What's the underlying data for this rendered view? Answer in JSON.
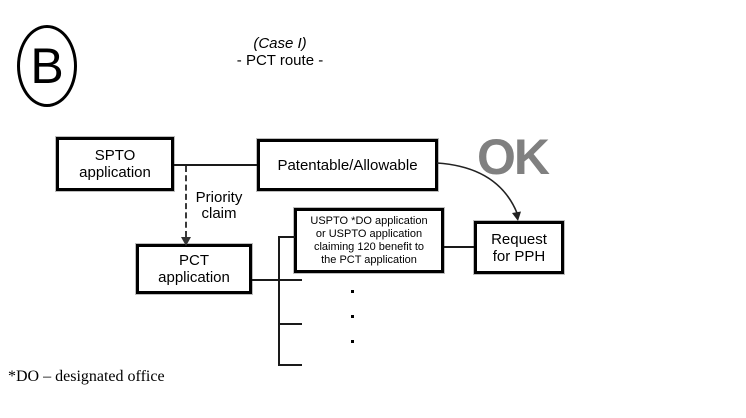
{
  "badge": {
    "letter": "B"
  },
  "title": {
    "case": "(Case I)",
    "route": "- PCT route -"
  },
  "nodes": {
    "spto": {
      "lines": [
        "SPTO",
        "application"
      ]
    },
    "patentable": {
      "lines": [
        "Patentable/Allowable"
      ]
    },
    "pct": {
      "lines": [
        "PCT",
        "application"
      ]
    },
    "uspto": {
      "lines": [
        "USPTO *DO application",
        "or USPTO application",
        "claiming 120 benefit to",
        "the PCT application"
      ]
    },
    "request": {
      "lines": [
        "Request",
        "for PPH"
      ]
    }
  },
  "labels": {
    "priority_claim": {
      "lines": [
        "Priority",
        "claim"
      ]
    },
    "ok": "OK",
    "footnote": "*DO – designated office"
  },
  "colors": {
    "background": "#ffffff",
    "line": "#1a1a1a",
    "box_border": "#000000",
    "ok_gray": "#808080"
  },
  "ellipsis": {
    "dot_count": 3
  }
}
